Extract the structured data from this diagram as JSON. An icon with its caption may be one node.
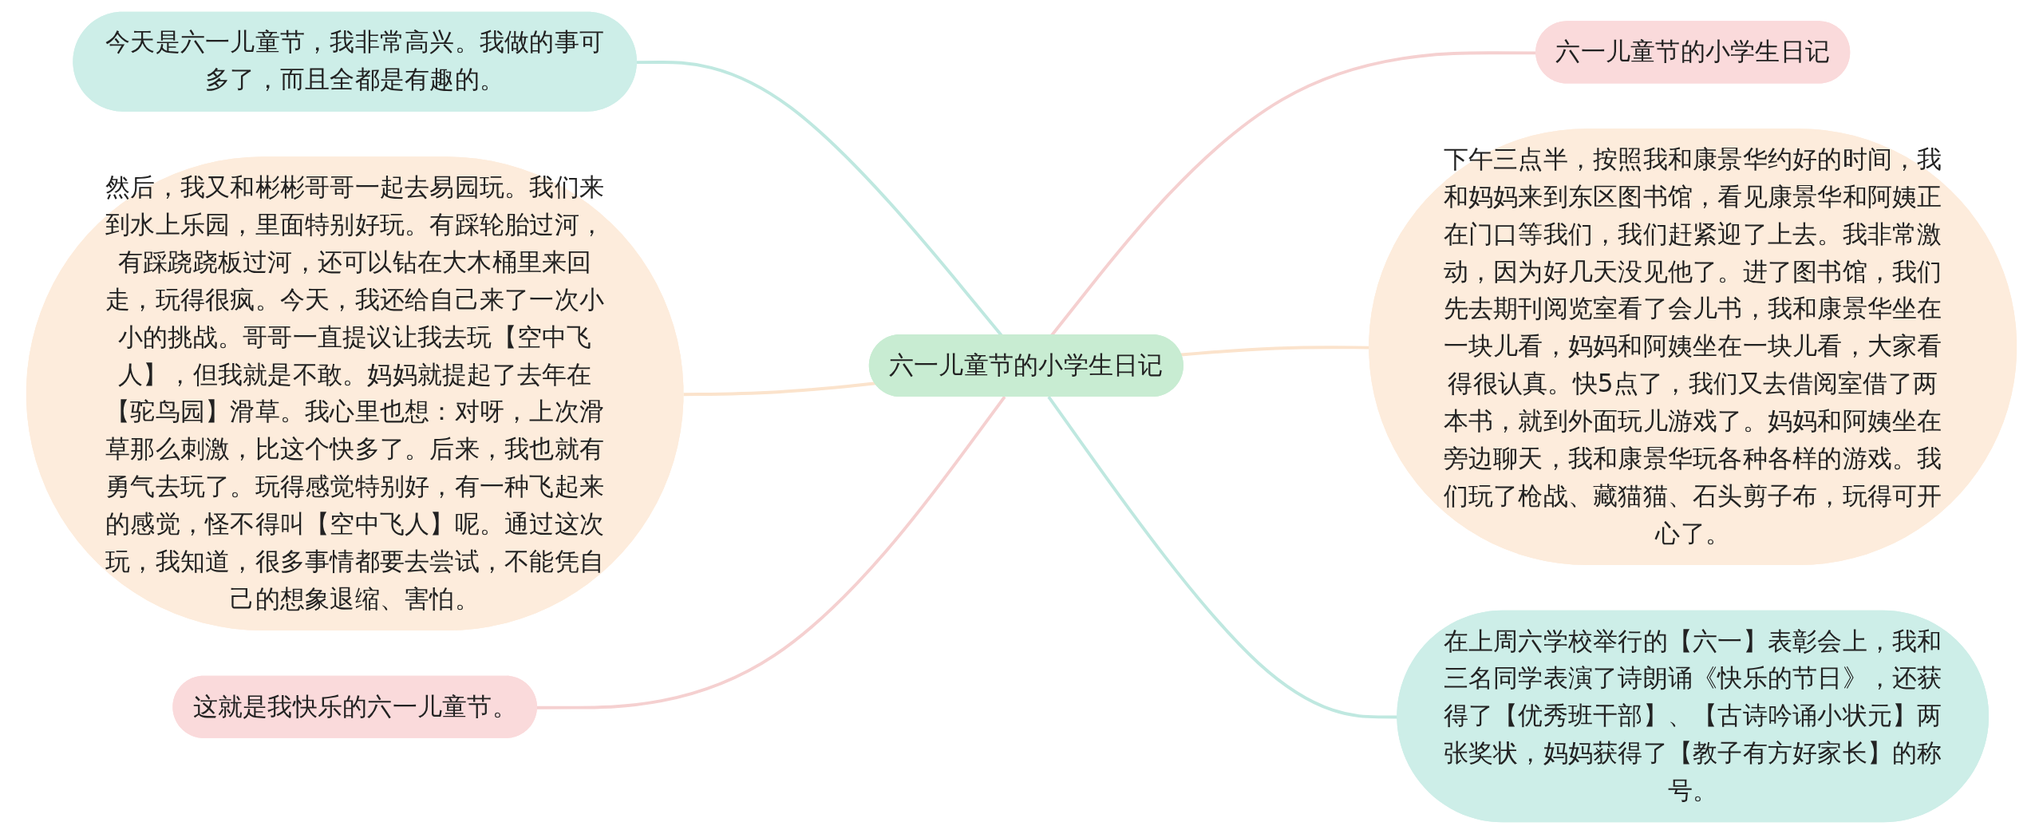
{
  "diagram": {
    "nodes": [
      {
        "text": [
          "六一儿童节的小学生日记"
        ]
      },
      {
        "text": [
          "今天是六一儿童节，我非常高兴。我做的事可多了，而且全都是有趣的。"
        ]
      },
      {
        "text": [
          "然后，我又和彬彬哥哥一起去易园玩。我们来到水上乐园，里面特别好玩。有踩轮胎过河，有踩跷跷板过河，还可以钻在大木桶里来回走，玩得很疯。今天，我还给自己来了一次小小的挑战。哥哥一直提议让我去玩【空中飞人】，但我就是不敢。妈妈就提起了去年在【驼鸟园】滑草。我心里也想：对呀，上次滑草那么刺激，比这个快多了。后来，我也就有勇气去玩了。玩得感觉特别好，有一种飞起来的感觉，怪不得叫【空中飞人】呢。通过这次玩，我知道，很多事情都要去尝试，不能凭自己的想象退缩、害怕。"
        ]
      },
      {
        "text": [
          "这就是我快乐的六一儿童节。"
        ]
      },
      {
        "text": [
          "六一儿童节的小学生日记"
        ]
      },
      {
        "text": [
          "下午三点半，按照我和康景华约好的时间，我和妈妈来到东区图书馆，看见康景华和阿姨正在门口等我们，我们赶紧迎了上去。我非常激动，因为好几天没见他了。进了图书馆，我们先去期刊阅览室看了会儿书，我和康景华坐在一块儿看，妈妈和阿姨坐在一块儿看，大家看得很认真。快5点了，我们又去借阅室借了两本书，就到外面玩儿游戏了。妈妈和阿姨坐在旁边聊天，我和康景华玩各种各样的游戏。我们玩了枪战、藏猫猫、石头剪子布，玩得可开心了。"
        ]
      },
      {
        "text": [
          "在上周六学校举行的【六一】表彰会上，我和三名同学表演了诗朗诵《快乐的节日》，还获得了【优秀班干部】、【古诗吟诵小状元】两张奖状，妈妈获得了【教子有方好家长】的称号。"
        ]
      }
    ],
    "edges": [
      {
        "from": 0,
        "to": 1,
        "arrow": "none",
        "color": "#bfe8e0"
      },
      {
        "from": 0,
        "to": 2,
        "arrow": "none",
        "color": "#fbe3cc"
      },
      {
        "from": 0,
        "to": 3,
        "arrow": "none",
        "color": "#f5d0d0"
      },
      {
        "from": 0,
        "to": 4,
        "arrow": "none",
        "color": "#f5d0d0"
      },
      {
        "from": 0,
        "to": 5,
        "arrow": "none",
        "color": "#fbe3cc"
      },
      {
        "from": 0,
        "to": 6,
        "arrow": "none",
        "color": "#bfe8e0"
      }
    ]
  }
}
